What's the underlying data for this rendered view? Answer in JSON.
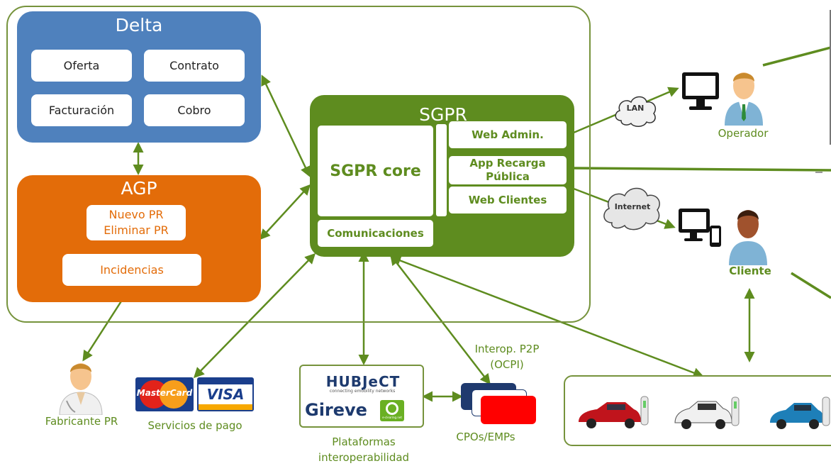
{
  "delta": {
    "title": "Delta",
    "oferta": "Oferta",
    "contrato": "Contrato",
    "facturacion": "Facturación",
    "cobro": "Cobro"
  },
  "agp": {
    "title": "AGP",
    "nuevo": "Nuevo PR",
    "eliminar": "Eliminar PR",
    "incidencias": "Incidencias"
  },
  "sgpr": {
    "title": "SGPR",
    "core": "SGPR core",
    "comunicaciones": "Comunicaciones",
    "web_admin": "Web Admin.",
    "app_recarga_1": "App Recarga",
    "app_recarga_2": "Pública",
    "web_clientes": "Web Clientes"
  },
  "network": {
    "lan": "LAN",
    "internet": "Internet"
  },
  "actors": {
    "operador": "Operador",
    "cliente": "Cliente",
    "fabricante": "Fabricante PR"
  },
  "payments": {
    "label": "Servicios de pago",
    "mastercard": "MasterCard",
    "visa": "VISA"
  },
  "platforms": {
    "label_1": "Plataformas",
    "label_2": "interoperabilidad",
    "hubject": "HUBJeCT",
    "hubject_sub": "connecting emobility networks",
    "gireve": "Gireve",
    "eclearing": "e-clearing.net"
  },
  "interop": {
    "label_1": "Interop. P2P",
    "label_2": "(OCPI)",
    "cpos": "CPOs/EMPs"
  },
  "colors": {
    "green": "#5e8c1f",
    "blue": "#4f81bd",
    "orange": "#e36c09",
    "outline": "#76933c"
  }
}
